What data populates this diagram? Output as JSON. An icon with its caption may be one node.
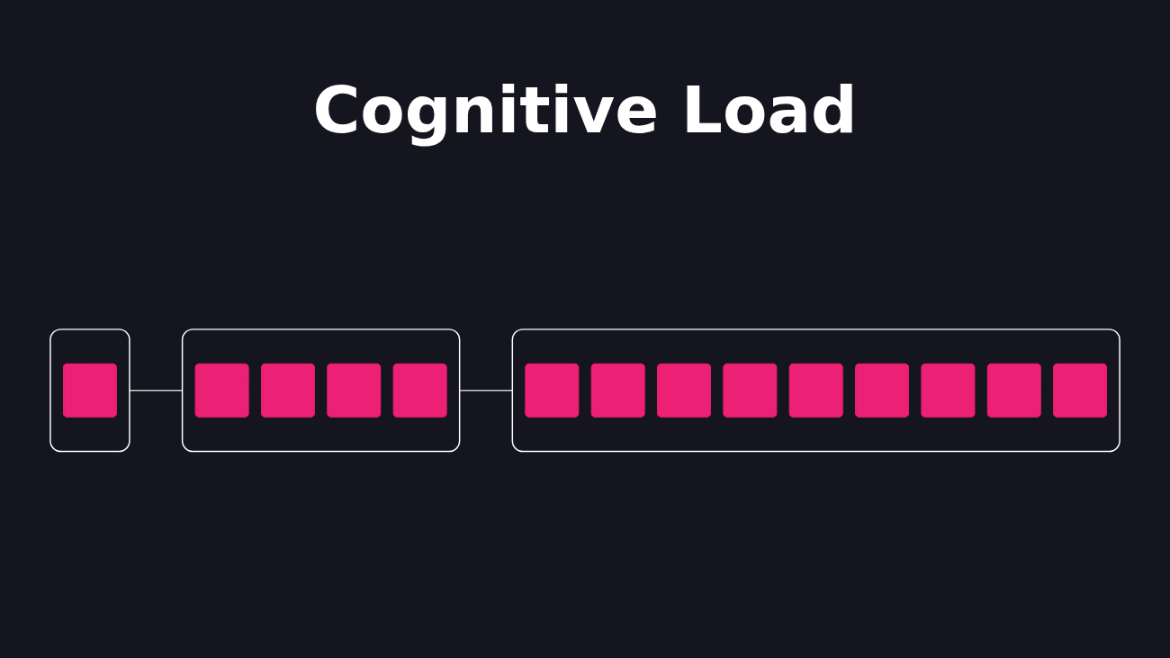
{
  "diagram": {
    "title": "Cognitive Load",
    "nodes": [
      {
        "text": [],
        "shape": "box"
      },
      {
        "text": [],
        "shape": "box",
        "in": 0
      },
      {
        "text": [],
        "shape": "box"
      },
      {
        "text": [],
        "shape": "box",
        "in": 2
      },
      {
        "text": [],
        "shape": "box",
        "in": 2
      },
      {
        "text": [],
        "shape": "box",
        "in": 2
      },
      {
        "text": [],
        "shape": "box",
        "in": 2
      },
      {
        "text": [],
        "shape": "box"
      },
      {
        "text": [],
        "shape": "box",
        "in": 7
      },
      {
        "text": [],
        "shape": "box",
        "in": 7
      },
      {
        "text": [],
        "shape": "box",
        "in": 7
      },
      {
        "text": [],
        "shape": "box",
        "in": 7
      },
      {
        "text": [],
        "shape": "box",
        "in": 7
      },
      {
        "text": [],
        "shape": "box",
        "in": 7
      },
      {
        "text": [],
        "shape": "box",
        "in": 7
      },
      {
        "text": [],
        "shape": "box",
        "in": 7
      },
      {
        "text": [],
        "shape": "box",
        "in": 7
      }
    ],
    "edges": [
      {
        "from": 0,
        "to": 2,
        "arrow": "none"
      },
      {
        "from": 2,
        "to": 7,
        "arrow": "none"
      }
    ]
  }
}
